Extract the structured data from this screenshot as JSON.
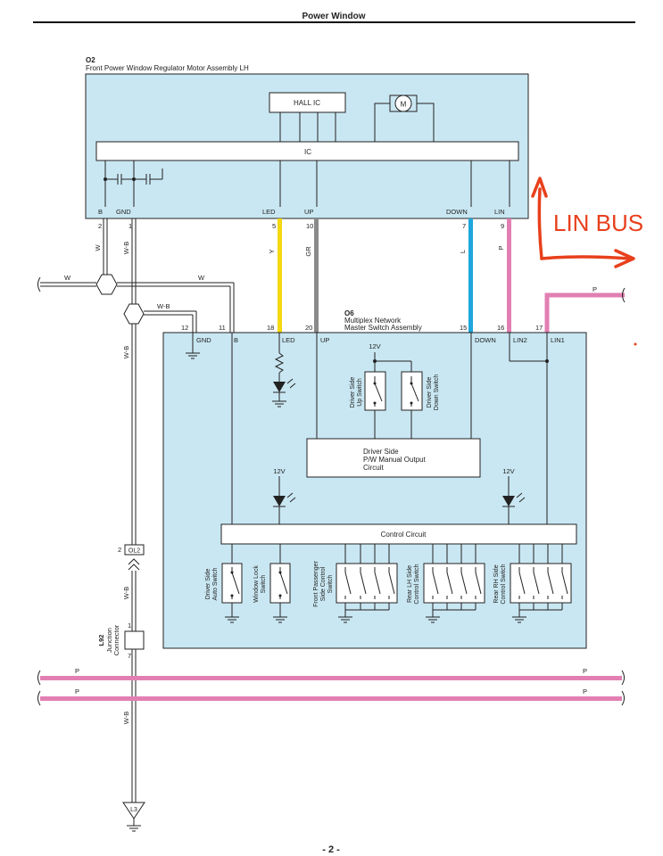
{
  "page": {
    "title": "Power Window",
    "page_number": "- 2 -"
  },
  "colors": {
    "module_fill": "#c9e7f2",
    "yellow_wire": "#f5d80f",
    "gray_wire": "#8a8a8a",
    "blue_wire": "#1ea7dc",
    "pink_wire": "#e27fb2",
    "annotation": "#e8401c"
  },
  "motor_assembly": {
    "code": "O2",
    "name": "Front Power Window Regulator Motor Assembly LH",
    "hall_ic": "HALL IC",
    "motor": "M",
    "ic": "IC",
    "terminals": {
      "b": "B",
      "gnd": "GND",
      "led": "LED",
      "up": "UP",
      "down": "DOWN",
      "lin": "LIN"
    },
    "pins": {
      "b": "2",
      "gnd": "1",
      "led": "5",
      "up": "10",
      "down": "7",
      "lin": "9"
    }
  },
  "wire_colors": {
    "w": "W",
    "wb": "W-B",
    "y": "Y",
    "gr": "GR",
    "l": "L",
    "p": "P"
  },
  "master_switch": {
    "code": "O6",
    "name_line1": "Multiplex Network",
    "name_line2": "Master Switch Assembly",
    "terminals": {
      "gnd": "GND",
      "b": "B",
      "led": "LED",
      "up": "UP",
      "down": "DOWN",
      "lin2": "LIN2",
      "lin1": "LIN1"
    },
    "pins": {
      "gnd": "12",
      "b": "11",
      "led": "18",
      "up": "20",
      "down": "15",
      "lin2": "16",
      "lin1": "17"
    },
    "supply": "12V",
    "up_switch": [
      "Driver Side",
      "Up Switch"
    ],
    "down_switch": [
      "Driver Side",
      "Down Switch"
    ],
    "manual_output": [
      "Driver Side",
      "P/W Manual Output",
      "Circuit"
    ],
    "control_circuit": "Control Circuit",
    "switches": {
      "auto": [
        "Driver Side",
        "Auto Switch"
      ],
      "lock": [
        "Window Lock",
        "Switch"
      ],
      "front_passenger": [
        "Front Passenger",
        "Side Control",
        "Switch"
      ],
      "rear_lh": [
        "Rear LH Side",
        "Control Switch"
      ],
      "rear_rh": [
        "Rear RH Side",
        "Control Switch"
      ]
    }
  },
  "connectors": {
    "ol2": "OL2",
    "ol2_pin": "2",
    "junction_code": "L92",
    "junction_name": [
      "Junction",
      "Connector"
    ],
    "junction_pins": [
      "1",
      "7"
    ],
    "ground": "L3"
  },
  "annotation": {
    "text": "LIN BUS"
  }
}
